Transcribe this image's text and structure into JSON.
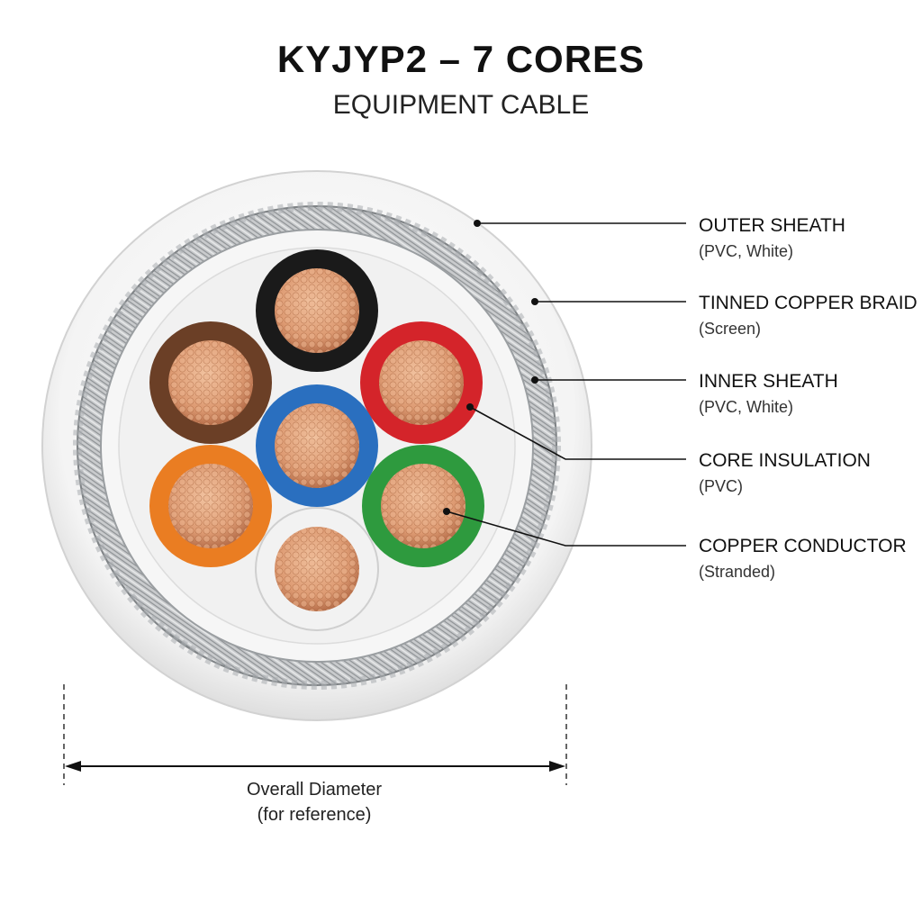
{
  "diagram": {
    "title": "KYJYP2 – 7 CORES",
    "subtitle": "EQUIPMENT CABLE",
    "callouts": [
      {
        "title": "OUTER SHEATH",
        "sub": "(PVC, White)"
      },
      {
        "title": "TINNED COPPER BRAID",
        "sub": "(Screen)"
      },
      {
        "title": "INNER SHEATH",
        "sub": "(PVC, White)"
      },
      {
        "title": "CORE INSULATION",
        "sub": "(PVC)"
      },
      {
        "title": "COPPER CONDUCTOR",
        "sub": "(Stranded)"
      }
    ],
    "cores": [
      {
        "color": "black",
        "hex": "#1a1a1a"
      },
      {
        "color": "red",
        "hex": "#d4242a"
      },
      {
        "color": "green",
        "hex": "#2e9a3e"
      },
      {
        "color": "white",
        "hex": "#f2f2f2"
      },
      {
        "color": "orange",
        "hex": "#ea7d22"
      },
      {
        "color": "brown",
        "hex": "#6b3f26"
      },
      {
        "color": "blue",
        "hex": "#2a6fbf"
      }
    ],
    "dimension": {
      "line1": "Overall Diameter",
      "line2": "(for reference)"
    }
  },
  "colors": {
    "sheath": "#f5f5f5",
    "braid": "#b9bcbe",
    "copper": "#e0a07a"
  }
}
